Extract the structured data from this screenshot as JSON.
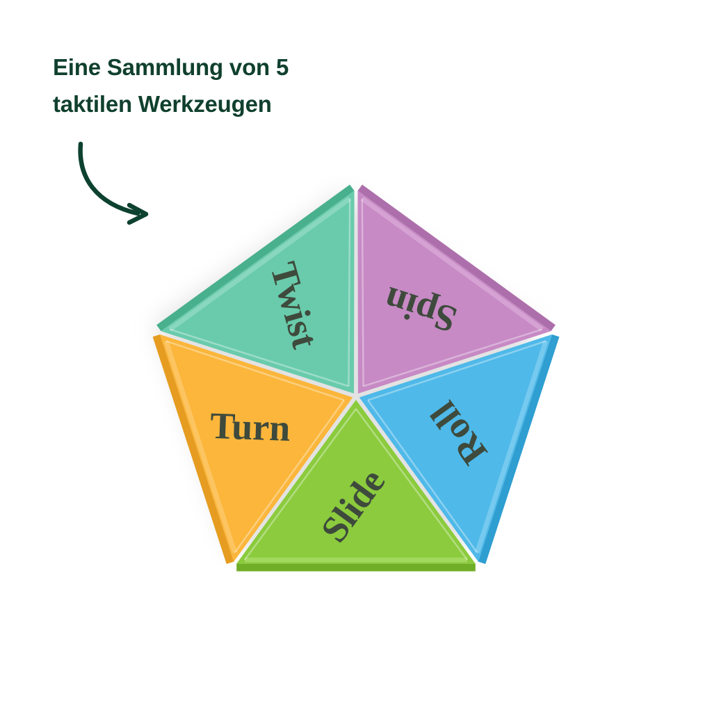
{
  "page": {
    "background_color": "#ffffff",
    "language": "de"
  },
  "headline": {
    "text": "Eine Sammlung von 5\ntaktilen Werkzeugen",
    "line1": "Eine Sammlung von 5",
    "line2": "taktilen Werkzeugen",
    "color": "#10402e"
  },
  "annotation": {
    "arrow": {
      "icon": "curved-arrow-down-right-icon",
      "color": "#0d4130",
      "stroke_width": 6
    }
  },
  "product": {
    "name": "pentagon-puzzle",
    "shape": "pentagon",
    "segment_count": 5,
    "label_text_color": "#3e4a3c",
    "shadow_color": "#c9c9c9",
    "segments": [
      {
        "id": "spin",
        "label": "Spin",
        "color": "#c78ac5",
        "edge_light": "#d7a6d5",
        "edge_dark": "#ad6fab",
        "position": "top-left",
        "label_rotation_deg": 198
      },
      {
        "id": "roll",
        "label": "Roll",
        "color": "#4fb9e9",
        "edge_light": "#7ccdf0",
        "edge_dark": "#2f9ed1",
        "position": "top-right",
        "label_rotation_deg": 234
      },
      {
        "id": "slide",
        "label": "Slide",
        "color": "#8bcb3d",
        "edge_light": "#a6da63",
        "edge_dark": "#6fae26",
        "position": "right",
        "label_rotation_deg": 306
      },
      {
        "id": "turn",
        "label": "Turn",
        "color": "#fbb63b",
        "edge_light": "#fdc868",
        "edge_dark": "#e59c20",
        "position": "bottom",
        "label_rotation_deg": 2
      },
      {
        "id": "twist",
        "label": "Twist",
        "color": "#69cbab",
        "edge_light": "#8ed9c1",
        "edge_dark": "#49b08e",
        "position": "left",
        "label_rotation_deg": 74
      }
    ]
  }
}
